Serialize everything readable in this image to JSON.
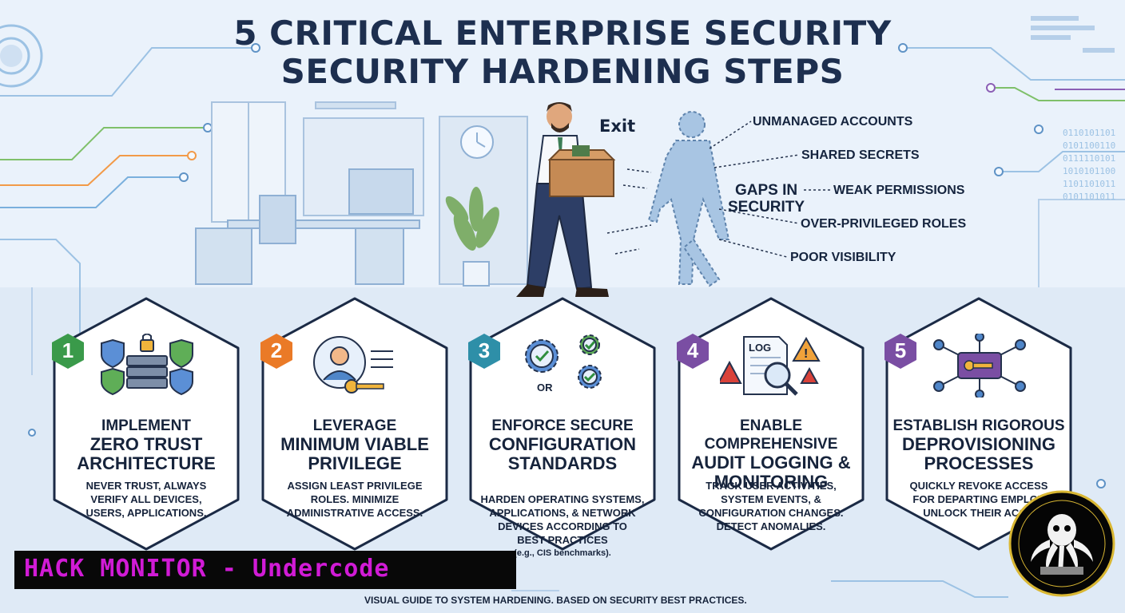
{
  "title": {
    "line1": "5 CRITICAL ENTERPRISE SECURITY",
    "line2": "SECURITY HARDENING STEPS"
  },
  "scene": {
    "exit_label": "Exit",
    "gaps_label_1": "GAPS IN",
    "gaps_label_2": "SECURITY",
    "risks": [
      "UNMANAGED ACCOUNTS",
      "SHARED SECRETS",
      "WEAK PERMISSIONS",
      "OVER-PRIVILEGED ROLES",
      "POOR VISIBILITY"
    ]
  },
  "steps": [
    {
      "number": "1",
      "color": "#3a9a4a",
      "icon": "shield-lock-server-icon",
      "title_small": "IMPLEMENT",
      "title_large_1": "ZERO TRUST",
      "title_large_2": "ARCHITECTURE",
      "description": "NEVER TRUST, ALWAYS\nVERIFY ALL DEVICES,\nUSERS, APPLICATIONS.",
      "note": ""
    },
    {
      "number": "2",
      "color": "#ea7a27",
      "icon": "user-key-icon",
      "title_small": "LEVERAGE",
      "title_large_1": "MINIMUM VIABLE",
      "title_large_2": "PRIVILEGE",
      "description": "ASSIGN LEAST PRIVILEGE\nROLES. MINIMIZE\nADMINISTRATIVE ACCESS.",
      "note": ""
    },
    {
      "number": "3",
      "color": "#2e8fa8",
      "icon": "gears-check-icon",
      "icon_text": "OR",
      "title_small": "ENFORCE SECURE",
      "title_large_1": "CONFIGURATION",
      "title_large_2": "STANDARDS",
      "description": "HARDEN OPERATING SYSTEMS,\nAPPLICATIONS, & NETWORK\nDEVICES ACCORDING TO\nBEST PRACTICES",
      "note": "(e.g., CIS benchmarks)."
    },
    {
      "number": "4",
      "color": "#7a4ea3",
      "icon": "log-magnifier-icon",
      "icon_text": "LOG",
      "title_small": "ENABLE COMPREHENSIVE",
      "title_large_1": "AUDIT LOGGING &",
      "title_large_2": "MONITORING",
      "description": "TRACK USER ACTIVITIES,\nSYSTEM EVENTS, &\nCONFIGURATION CHANGES.\nDETECT ANOMALIES.",
      "note": ""
    },
    {
      "number": "5",
      "color": "#7a4ea3",
      "icon": "key-network-icon",
      "title_small": "ESTABLISH RIGOROUS",
      "title_large_1": "DEPROVISIONING",
      "title_large_2": "PROCESSES",
      "description": "QUICKLY REVOKE ACCESS\nFOR DEPARTING EMPLOY\nUNLOCK THEIR ACCO",
      "note": ""
    }
  ],
  "banner": "HACK MONITOR - Undercode",
  "footer": "VISUAL GUIDE TO SYSTEM HARDENING. BASED ON SECURITY BEST PRACTICES.",
  "logo_icon": "octopus-logo-icon"
}
